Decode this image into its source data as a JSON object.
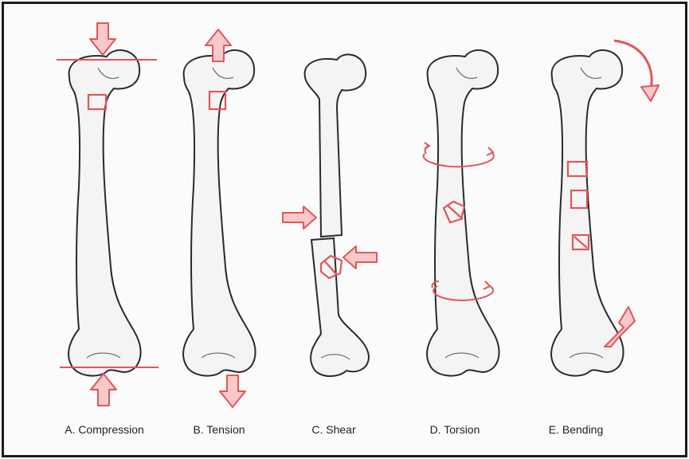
{
  "colors": {
    "accent": "#e0565b",
    "bone_stroke": "#2a2a2a",
    "bone_fill": "#f4f4f4",
    "frame": "#1b1b1b"
  },
  "labels": {
    "compression": "A. Compression",
    "tension": "B. Tension",
    "shear": "C. Shear",
    "torsion": "D. Torsion",
    "bending": "E. Bending"
  }
}
